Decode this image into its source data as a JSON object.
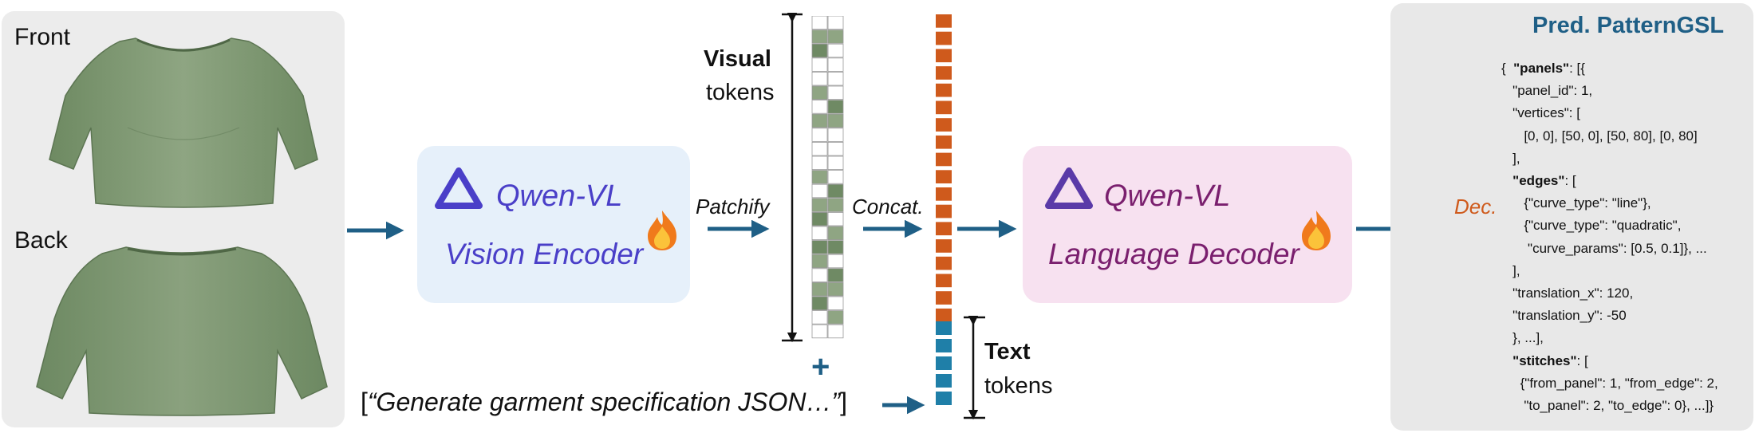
{
  "input": {
    "front_label": "Front",
    "back_label": "Back"
  },
  "vision_encoder": {
    "title": "Qwen-VL",
    "subtitle": "Vision Encoder"
  },
  "language_decoder": {
    "title": "Qwen-VL",
    "subtitle": "Language Decoder"
  },
  "labels": {
    "patchify": "Patchify",
    "concat": "Concat.",
    "dec": "Dec.",
    "visual": "Visual",
    "visual_tokens": "tokens",
    "text": "Text",
    "text_tokens": "tokens",
    "plus": "+"
  },
  "prompt": {
    "open": "[",
    "text": "“Generate garment specification JSON…”",
    "close": "]"
  },
  "output": {
    "title": "Pred. PatternGSL",
    "json_lines": [
      "{  \"panels\": [{",
      "   \"panel_id\": 1,",
      "   \"vertices\": [",
      "      [0, 0], [50, 0], [50, 80], [0, 80]",
      "   ],",
      "   \"edges\": [",
      "      {\"curve_type\": \"line\"},",
      "      {\"curve_type\": \"quadratic\",",
      "       \"curve_params\": [0.5, 0.1]}, ...",
      "   ],",
      "   \"translation_x\": 120,",
      "   \"translation_y\": -50",
      "   }, ...],",
      "   \"stitches\": [",
      "     {\"from_panel\": 1, \"from_edge\": 2,",
      "      \"to_panel\": 2, \"to_edge\": 0}, ...]}"
    ],
    "bold_keys": [
      "panels",
      "edges",
      "stitches"
    ]
  },
  "colors": {
    "arrow": "#1f5f86",
    "visual_token": "#cf5a1c",
    "text_token": "#1f7fa8",
    "output_token": "#7b1f74",
    "dec_arrow": "#cf5a1c",
    "vision_title": "#4a3fc8",
    "decoder_title": "#7a1f6e"
  },
  "icons": {
    "logo": "qwen-logo-icon",
    "fire": "flame-icon"
  }
}
